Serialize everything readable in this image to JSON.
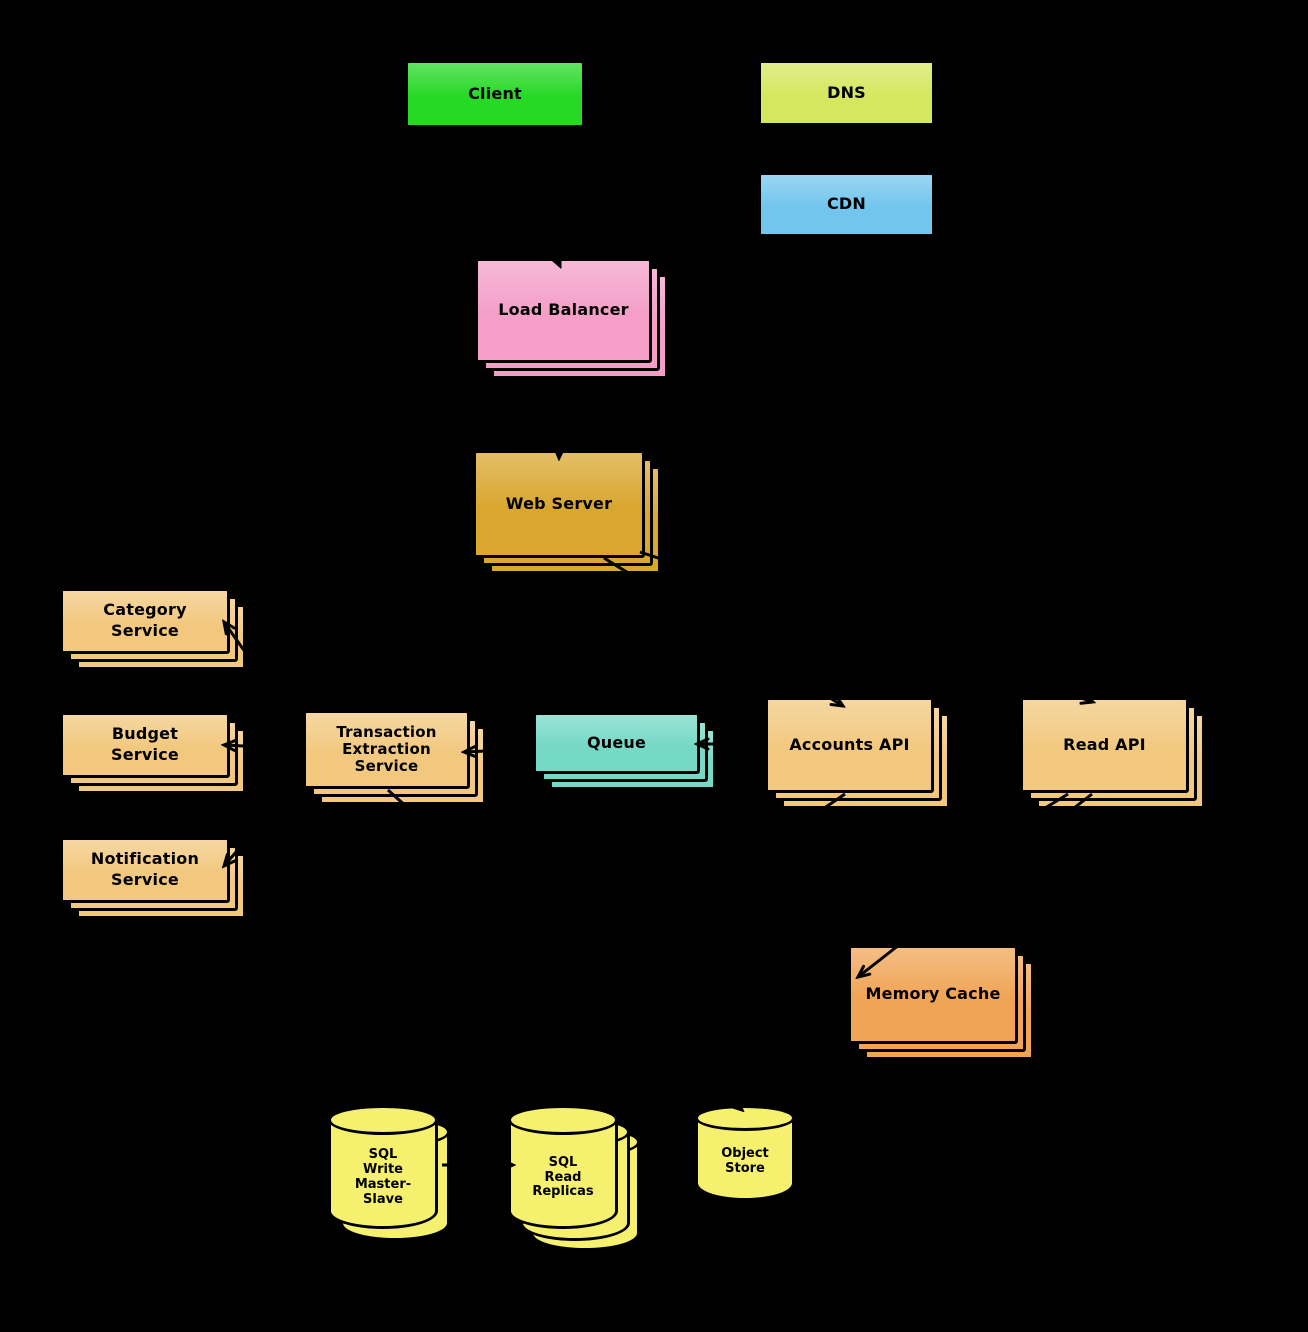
{
  "diagram": {
    "background": "#000000",
    "nodes": [
      {
        "id": "client",
        "label": "Client",
        "color": "#25D925"
      },
      {
        "id": "dns",
        "label": "DNS",
        "color": "#D4E85F"
      },
      {
        "id": "cdn",
        "label": "CDN",
        "color": "#72C6EE"
      },
      {
        "id": "load_balancer",
        "label": "Load Balancer",
        "color": "#F49EC8"
      },
      {
        "id": "web_server",
        "label": "Web Server",
        "color": "#D9A62E"
      },
      {
        "id": "category_service",
        "label": "Category\nService",
        "color": "#F2C87F"
      },
      {
        "id": "budget_service",
        "label": "Budget\nService",
        "color": "#F2C87F"
      },
      {
        "id": "notification_service",
        "label": "Notification\nService",
        "color": "#F2C87F"
      },
      {
        "id": "transaction_extraction_service",
        "label": "Transaction\nExtraction\nService",
        "color": "#F2C87F"
      },
      {
        "id": "queue",
        "label": "Queue",
        "color": "#76D9C6"
      },
      {
        "id": "accounts_api",
        "label": "Accounts API",
        "color": "#F2C87F"
      },
      {
        "id": "read_api",
        "label": "Read API",
        "color": "#F2C87F"
      },
      {
        "id": "memory_cache",
        "label": "Memory Cache",
        "color": "#F0A455"
      },
      {
        "id": "sql_write_master_slave",
        "label": "SQL\nWrite\nMaster-\nSlave",
        "color": "#F5F06E"
      },
      {
        "id": "sql_read_replicas",
        "label": "SQL\nRead\nReplicas",
        "color": "#F5F06E"
      },
      {
        "id": "object_store",
        "label": "Object\nStore",
        "color": "#F5F06E"
      }
    ],
    "edges": [
      {
        "from": "client",
        "to": "dns"
      },
      {
        "from": "client",
        "to": "cdn"
      },
      {
        "from": "client",
        "to": "load_balancer"
      },
      {
        "from": "load_balancer",
        "to": "web_server"
      },
      {
        "from": "web_server",
        "to": "accounts_api"
      },
      {
        "from": "web_server",
        "to": "read_api"
      },
      {
        "from": "accounts_api",
        "to": "queue"
      },
      {
        "from": "queue",
        "to": "transaction_extraction_service"
      },
      {
        "from": "transaction_extraction_service",
        "to": "category_service"
      },
      {
        "from": "transaction_extraction_service",
        "to": "budget_service"
      },
      {
        "from": "transaction_extraction_service",
        "to": "notification_service"
      },
      {
        "from": "transaction_extraction_service",
        "to": "object_store"
      },
      {
        "from": "accounts_api",
        "to": "sql_write_master_slave"
      },
      {
        "from": "read_api",
        "to": "memory_cache"
      },
      {
        "from": "read_api",
        "to": "sql_read_replicas"
      },
      {
        "from": "sql_write_master_slave",
        "to": "sql_read_replicas"
      }
    ]
  }
}
